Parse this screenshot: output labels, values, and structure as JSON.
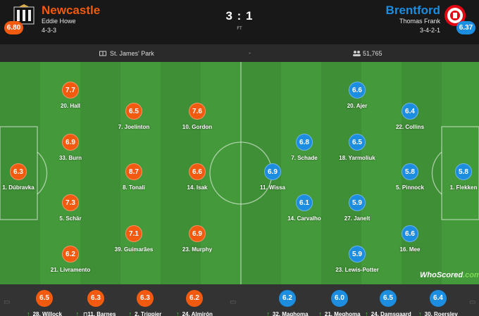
{
  "home": {
    "name": "Newcastle",
    "coach": "Eddie Howe",
    "formation": "4-3-3",
    "rating": "6.80",
    "color": "#f25a0f"
  },
  "away": {
    "name": "Brentford",
    "coach": "Thomas Frank",
    "formation": "3-4-2-1",
    "rating": "6.37",
    "color": "#1d8de0"
  },
  "match": {
    "score": "3 : 1",
    "status": "FT"
  },
  "info": {
    "stadium": "St. James' Park",
    "separator": "-",
    "attendance": "51,765"
  },
  "home_players": [
    {
      "number": "20",
      "name": "Hall",
      "rating": "7.7",
      "icons": [
        "sub-off"
      ]
    },
    {
      "number": "33",
      "name": "Burn",
      "rating": "6.9",
      "icons": []
    },
    {
      "number": "1",
      "name": "Dúbravka",
      "rating": "6.3",
      "icons": []
    },
    {
      "number": "5",
      "name": "Schär",
      "rating": "7.3",
      "icons": [
        "yellow-card",
        "goal"
      ]
    },
    {
      "number": "21",
      "name": "Livramento",
      "rating": "6.2",
      "icons": [
        "yellow-card"
      ]
    },
    {
      "number": "7",
      "name": "Joelinton",
      "rating": "6.5",
      "icons": [
        "sub-off"
      ]
    },
    {
      "number": "8",
      "name": "Tonali",
      "rating": "8.7",
      "icons": [
        "goal",
        "goal"
      ]
    },
    {
      "number": "39",
      "name": "Guimarães",
      "rating": "7.1",
      "icons": [
        "yellow-card",
        "assist"
      ]
    },
    {
      "number": "10",
      "name": "Gordon",
      "rating": "7.6",
      "icons": [
        "assist",
        "sub-off"
      ]
    },
    {
      "number": "14",
      "name": "Isak",
      "rating": "6.6",
      "icons": [
        "sub-off"
      ]
    },
    {
      "number": "23",
      "name": "Murphy",
      "rating": "6.9",
      "icons": [
        "goal-post",
        "sub-off"
      ]
    }
  ],
  "away_players": [
    {
      "number": "20",
      "name": "Ajer",
      "rating": "6.6",
      "icons": []
    },
    {
      "number": "22",
      "name": "Collins",
      "rating": "6.4",
      "icons": [
        "yellow-card"
      ]
    },
    {
      "number": "7",
      "name": "Schade",
      "rating": "6.8",
      "icons": [
        "sub-off"
      ]
    },
    {
      "number": "18",
      "name": "Yarmoliuk",
      "rating": "6.5",
      "icons": []
    },
    {
      "number": "11",
      "name": "Wissa",
      "rating": "6.9",
      "icons": [
        "goal"
      ]
    },
    {
      "number": "5",
      "name": "Pinnock",
      "rating": "5.8",
      "icons": [
        "sub-off"
      ]
    },
    {
      "number": "1",
      "name": "Flekken",
      "rating": "5.8",
      "icons": []
    },
    {
      "number": "14",
      "name": "Carvalho",
      "rating": "6.1",
      "icons": [
        "sub-off"
      ]
    },
    {
      "number": "27",
      "name": "Janelt",
      "rating": "5.9",
      "icons": [
        "sub-off"
      ]
    },
    {
      "number": "16",
      "name": "Mee",
      "rating": "6.6",
      "icons": []
    },
    {
      "number": "23",
      "name": "Lewis-Potter",
      "rating": "5.9",
      "icons": [
        "sub-off"
      ]
    }
  ],
  "home_subs": [
    {
      "number": "28",
      "name": "Willock",
      "rating": "6.5",
      "extra": ""
    },
    {
      "number": "11",
      "name": "Barnes",
      "rating": "6.3",
      "extra": "⊓"
    },
    {
      "number": "2",
      "name": "Trippier",
      "rating": "6.3",
      "extra": ""
    },
    {
      "number": "24",
      "name": "Almirón",
      "rating": "6.2",
      "extra": ""
    }
  ],
  "away_subs": [
    {
      "number": "32",
      "name": "Maghoma",
      "rating": "6.2",
      "extra": ""
    },
    {
      "number": "21",
      "name": "Meghoma",
      "rating": "6.0",
      "extra": ""
    },
    {
      "number": "24",
      "name": "Damsgaard",
      "rating": "6.5",
      "extra": ""
    },
    {
      "number": "30",
      "name": "Roerslev",
      "rating": "6.4",
      "extra": ""
    }
  ],
  "branding": {
    "logo": "WhoScored",
    "suffix": ".com"
  }
}
